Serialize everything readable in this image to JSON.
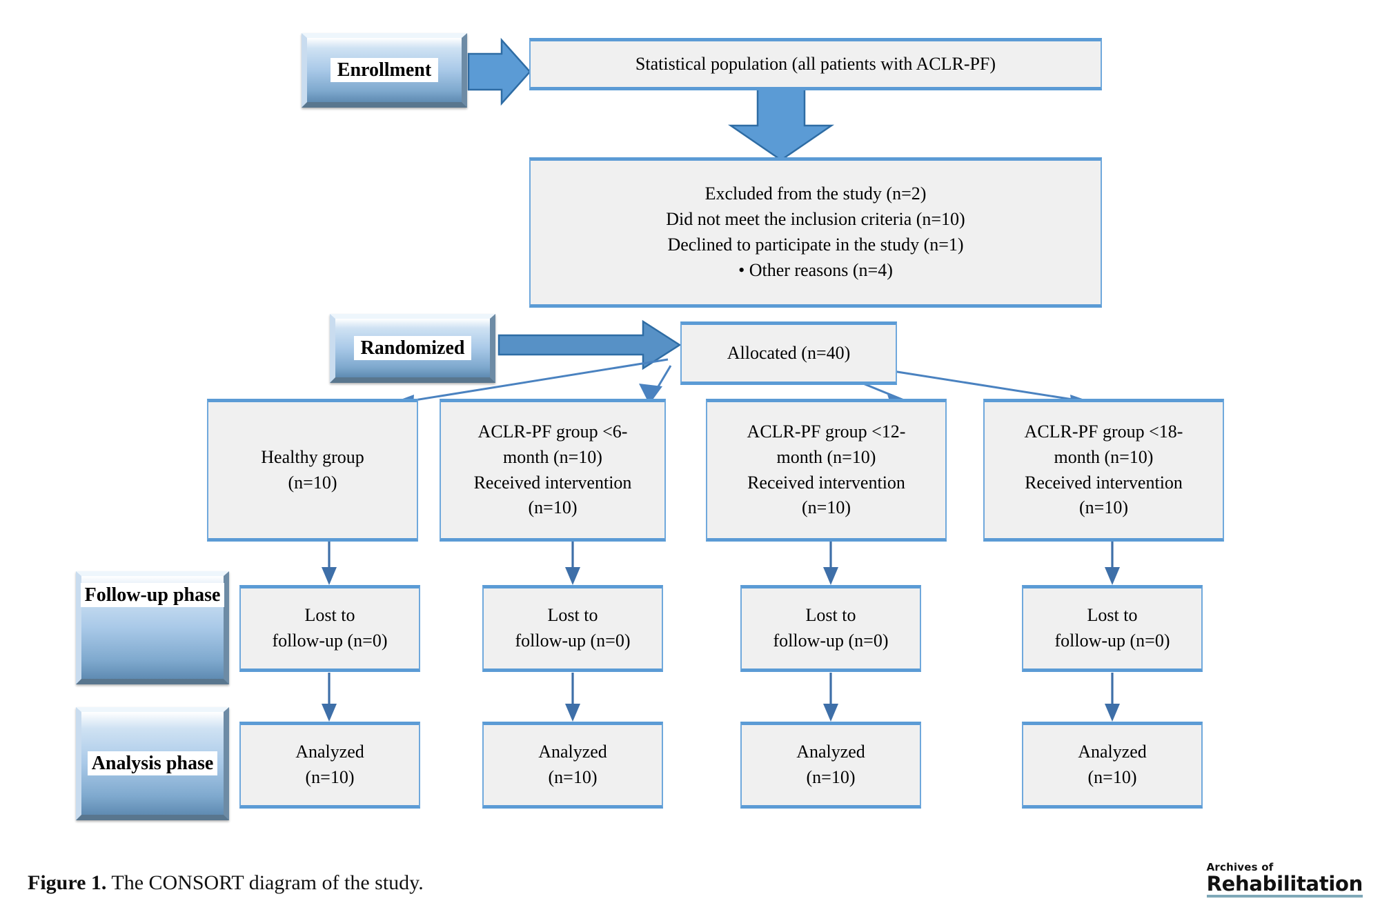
{
  "figure": {
    "caption_label": "Figure 1.",
    "caption_text": " The CONSORT diagram of the study."
  },
  "logo": {
    "line1": "Archives of",
    "line2": "Rehabilitation"
  },
  "colors": {
    "box_fill": "#F0F0F0",
    "box_border": "#5B9BD5",
    "arrow_fill": "#5B9BD5",
    "bevel_blue": "#A9C9E8",
    "connector": "#4472A8"
  },
  "phases": {
    "enrollment": "Enrollment",
    "randomized": "Randomized",
    "followup_line1": "Follow-up",
    "followup_line2": "phase",
    "analysis_line1": "Analysis",
    "analysis_line2": "phase"
  },
  "nodes": {
    "population": "Statistical population (all patients with ACLR-PF)",
    "excluded": [
      "Excluded from the study (n=2)",
      "Did not meet the inclusion criteria (n=10)",
      "Declined to participate in the study (n=1)",
      "• Other reasons (n=4)"
    ],
    "allocated": "Allocated (n=40)"
  },
  "groups": [
    {
      "id": "healthy",
      "lines": [
        "Healthy group",
        "(n=10)"
      ],
      "lost": [
        "Lost to",
        "follow-up (n=0)"
      ],
      "analyzed": [
        "Analyzed",
        "(n=10)"
      ]
    },
    {
      "id": "aclr-pf-6-month",
      "lines": [
        "ACLR-PF group <6-",
        "month (n=10)",
        "Received intervention",
        "(n=10)"
      ],
      "lost": [
        "Lost to",
        "follow-up (n=0)"
      ],
      "analyzed": [
        "Analyzed",
        "(n=10)"
      ]
    },
    {
      "id": "aclr-pf-12-month",
      "lines": [
        "ACLR-PF group <12-",
        "month (n=10)",
        "Received intervention",
        "(n=10)"
      ],
      "lost": [
        "Lost to",
        "follow-up (n=0)"
      ],
      "analyzed": [
        "Analyzed",
        "(n=10)"
      ]
    },
    {
      "id": "aclr-pf-18-month",
      "lines": [
        "ACLR-PF group <18-",
        "month (n=10)",
        "Received intervention",
        "(n=10)"
      ],
      "lost": [
        "Lost to",
        "follow-up (n=0)"
      ],
      "analyzed": [
        "Analyzed",
        "(n=10)"
      ]
    }
  ],
  "chart_data": {
    "type": "diagram",
    "title": "CONSORT flow diagram",
    "stages": [
      "Enrollment",
      "Randomized",
      "Follow-up phase",
      "Analysis phase"
    ],
    "enrolled_note": "Statistical population (all patients with ACLR-PF)",
    "excluded_total": 2,
    "excluded_reasons": [
      {
        "reason": "Did not meet the inclusion criteria",
        "n": 10
      },
      {
        "reason": "Declined to participate in the study",
        "n": 1
      },
      {
        "reason": "Other reasons",
        "n": 4
      }
    ],
    "allocated_n": 40,
    "arms": [
      {
        "name": "Healthy group",
        "allocated": 10,
        "received_intervention": null,
        "lost_to_followup": 0,
        "analyzed": 10
      },
      {
        "name": "ACLR-PF group <6-month",
        "allocated": 10,
        "received_intervention": 10,
        "lost_to_followup": 0,
        "analyzed": 10
      },
      {
        "name": "ACLR-PF group <12-month",
        "allocated": 10,
        "received_intervention": 10,
        "lost_to_followup": 0,
        "analyzed": 10
      },
      {
        "name": "ACLR-PF group <18-month",
        "allocated": 10,
        "received_intervention": 10,
        "lost_to_followup": 0,
        "analyzed": 10
      }
    ]
  }
}
